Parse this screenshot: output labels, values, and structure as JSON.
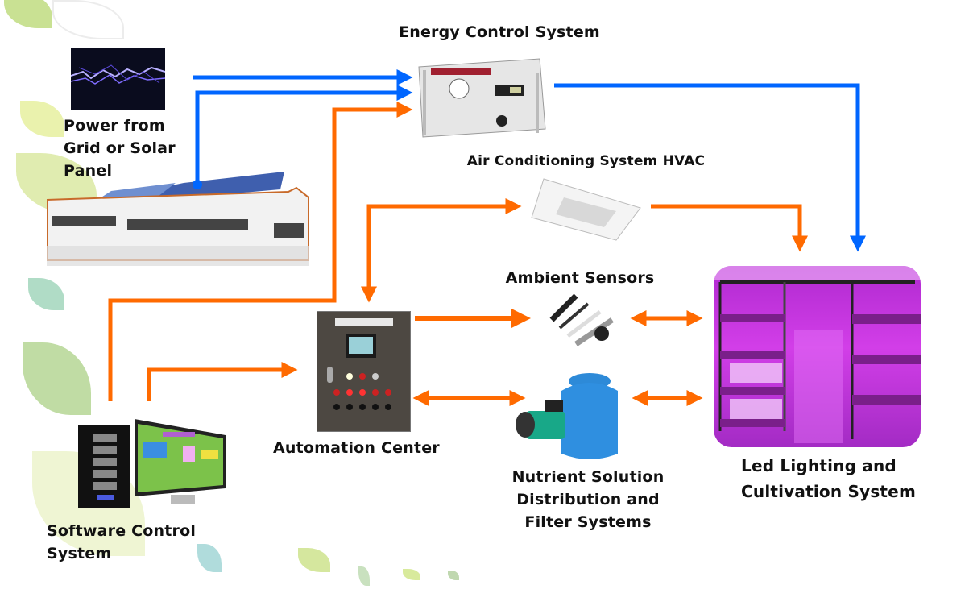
{
  "diagram": {
    "colors": {
      "power_flow": "#0066ff",
      "control_flow": "#ff6a00",
      "led_glow": "#c030e0"
    },
    "nodes": {
      "power_source": {
        "label_lines": [
          "Power from",
          "Grid  or Solar",
          "Panel"
        ],
        "image": "lightning-and-solar-building"
      },
      "energy_control": {
        "label": "Energy Control System",
        "image": "energy-control-box"
      },
      "hvac": {
        "label": "Air Conditioning System HVAC",
        "image": "ceiling-cassette-ac"
      },
      "sensors": {
        "label": "Ambient Sensors",
        "image": "sensor-probes"
      },
      "automation": {
        "label": "Automation Center",
        "image": "control-panel-cabinet"
      },
      "nutrient": {
        "label_lines": [
          "Nutrient Solution",
          "Distribution  and",
          "Filter Systems"
        ],
        "image": "water-tank-and-pump"
      },
      "led": {
        "label_lines": [
          "Led Lighting and",
          "Cultivation System"
        ],
        "image": "purple-led-grow-racks"
      },
      "software": {
        "label_lines": [
          "Software Control",
          "System"
        ],
        "image": "server-and-monitor"
      }
    },
    "edges": [
      {
        "from": "power_source",
        "to": "energy_control",
        "type": "power"
      },
      {
        "from": "solar_panel",
        "to": "energy_control",
        "type": "power"
      },
      {
        "from": "software",
        "to": "energy_control",
        "type": "control"
      },
      {
        "from": "energy_control",
        "to": "led",
        "type": "power"
      },
      {
        "from": "automation",
        "to": "hvac",
        "type": "control"
      },
      {
        "from": "hvac",
        "to": "led",
        "type": "control"
      },
      {
        "from": "automation",
        "to": "sensors",
        "type": "control"
      },
      {
        "from": "sensors",
        "to": "led",
        "type": "bidirectional"
      },
      {
        "from": "automation",
        "to": "nutrient",
        "type": "bidirectional"
      },
      {
        "from": "nutrient",
        "to": "led",
        "type": "bidirectional"
      },
      {
        "from": "software",
        "to": "automation",
        "type": "bidirectional"
      }
    ]
  }
}
